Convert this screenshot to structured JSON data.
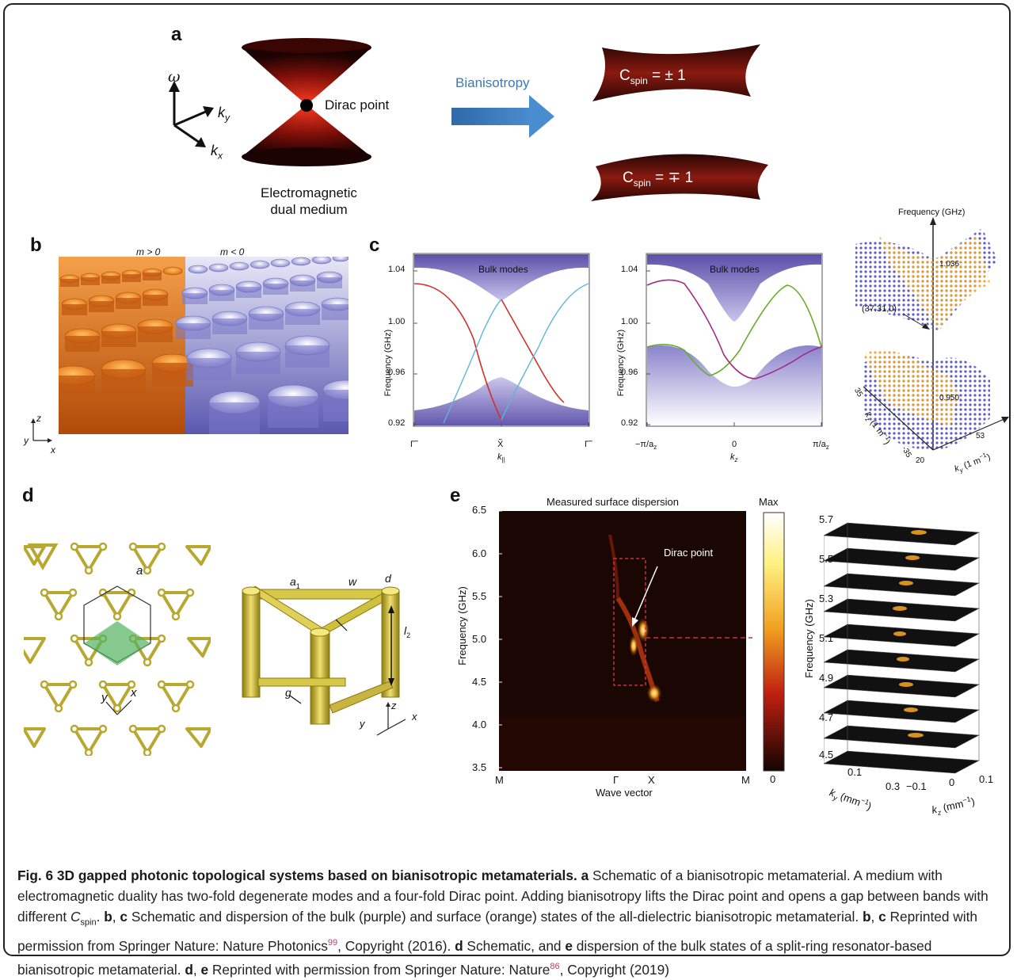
{
  "panels": {
    "a": {
      "letter": "a",
      "axis_omega": "ω",
      "axis_ky": "k",
      "axis_ky_sub": "y",
      "axis_kx": "k",
      "axis_kx_sub": "x",
      "dirac_label": "Dirac point",
      "medium_label_line1": "Electromagnetic",
      "medium_label_line2": "dual medium",
      "arrow_label": "Bianisotropy",
      "upper_cspin": "C",
      "upper_cspin_sub": "spin",
      "upper_cspin_value": " = ± 1",
      "lower_cspin": "C",
      "lower_cspin_sub": "spin",
      "lower_cspin_value": " = ∓ 1"
    },
    "b": {
      "letter": "b",
      "m_pos": "m > 0",
      "m_neg": "m < 0",
      "axis_z": "z",
      "axis_y": "y",
      "axis_x": "x"
    },
    "c": {
      "letter": "c",
      "left": {
        "bulk_label": "Bulk modes",
        "ylabel": "Frequency (GHz)",
        "yticks": [
          "1.04",
          "1.00",
          "0.96",
          "0.92"
        ],
        "xticks": [
          "Γ̃",
          "X̃",
          "Γ̃"
        ],
        "xlabel": "k",
        "xlabel_sub": "||"
      },
      "mid": {
        "bulk_label": "Bulk modes",
        "ylabel": "Frequency (GHz)",
        "yticks": [
          "1.04",
          "1.00",
          "0.96",
          "0.92"
        ],
        "xticks": [
          "−π/a",
          "0",
          "π/a"
        ],
        "xtick_sub": "z",
        "xlabel": "k",
        "xlabel_sub": "z"
      },
      "right3d": {
        "title": "Frequency (GHz)",
        "top_value": "1.036",
        "bottom_value": "0.950",
        "point_label": "(37.31,0)",
        "kz_label": "k",
        "kz_sub": "z",
        "kz_unit": " (1 m",
        "ky_label": "k",
        "ky_sub": "y",
        "ky_unit": " (1 m",
        "unit_exp": "−1",
        "kz_tick_a": "35",
        "kz_tick_b": "-35",
        "ky_tick_a": "20",
        "ky_tick_b": "53"
      }
    },
    "d": {
      "letter": "d",
      "label_a": "a",
      "label_y": "y",
      "label_x": "x",
      "res_a1": "a",
      "res_a1_sub": "1",
      "res_w": "w",
      "res_d": "d",
      "res_l2": "l",
      "res_l2_sub": "2",
      "res_g": "g",
      "axis_z": "z",
      "axis_y": "y",
      "axis_x": "x"
    },
    "e": {
      "letter": "e",
      "title": "Measured surface dispersion",
      "ylabel": "Frequency (GHz)",
      "yticks": [
        "6.5",
        "6.0",
        "5.5",
        "5.0",
        "4.5",
        "4.0",
        "3.5"
      ],
      "xticks": [
        "M",
        "Γ",
        "X",
        "M"
      ],
      "xlabel": "Wave vector",
      "dirac_label": "Dirac point",
      "colorbar_max": "Max",
      "colorbar_min": "0",
      "stack_ylabel": "Frequency (GHz)",
      "stack_yticks": [
        "5.7",
        "5.5",
        "5.3",
        "5.1",
        "4.9",
        "4.7",
        "4.5"
      ],
      "ky_label": "k",
      "ky_sub": "y",
      "ky_unit": " (mm",
      "kz_label": "k",
      "kz_sub": "z",
      "kz_unit": " (mm",
      "unit_exp": "−1",
      "ky_ticks": [
        "0.1",
        "0.3"
      ],
      "kz_ticks": [
        "−0.1",
        "0",
        "0.1"
      ]
    }
  },
  "caption": {
    "fig_label": "Fig. 6 3D gapped photonic topological systems based on bianisotropic metamaterials.",
    "a_letter": "a",
    "text_a": " Schematic of a bianisotropic metamaterial. A medium with electromagnetic duality has two-fold degenerate modes and a four-fold Dirac point. Adding bianisotropy lifts the Dirac point and opens a gap between bands with different ",
    "cspin_c": "C",
    "cspin_sub": "spin",
    "text_a_end": ".",
    "bc_letters_1": "b",
    "sep_1": ", ",
    "bc_letters_2": "c",
    "text_bc": " Schematic and dispersion of the bulk (purple) and surface (orange) states of the all-dielectric bianisotropic metamaterial.",
    "bc_letters_3": "b",
    "sep_2": ", ",
    "bc_letters_4": "c",
    "text_bc_credit": " Reprinted with permission from Springer Nature: Nature Photonics",
    "ref_99": "99",
    "text_bc_copy": ", Copyright (2016).",
    "d_letter": "d",
    "text_d": " Schematic, and ",
    "e_letter": "e",
    "text_e": " dispersion of the bulk states of a split-ring resonator-based bianisotropic metamaterial.",
    "d_letter_2": "d",
    "sep_3": ", ",
    "e_letter_2": "e",
    "text_de_credit": " Reprinted with permission from Springer Nature: Nature",
    "ref_86": "86",
    "text_de_copy": ", Copyright (2019)"
  },
  "colors": {
    "cone": "#8a1a10",
    "arrow": "#3b78b8",
    "arrow_text": "#3b78b8",
    "bulk": "#6a5fb0",
    "orange": "#e87a1a",
    "lavender": "#a9a7e6",
    "red_band": "#d0322a",
    "cyan_band": "#5fb6d6",
    "magenta_band": "#a02a86",
    "green_band": "#6aaa2a",
    "gold": "#c8b440",
    "caption_ref": "#c03a6a"
  }
}
